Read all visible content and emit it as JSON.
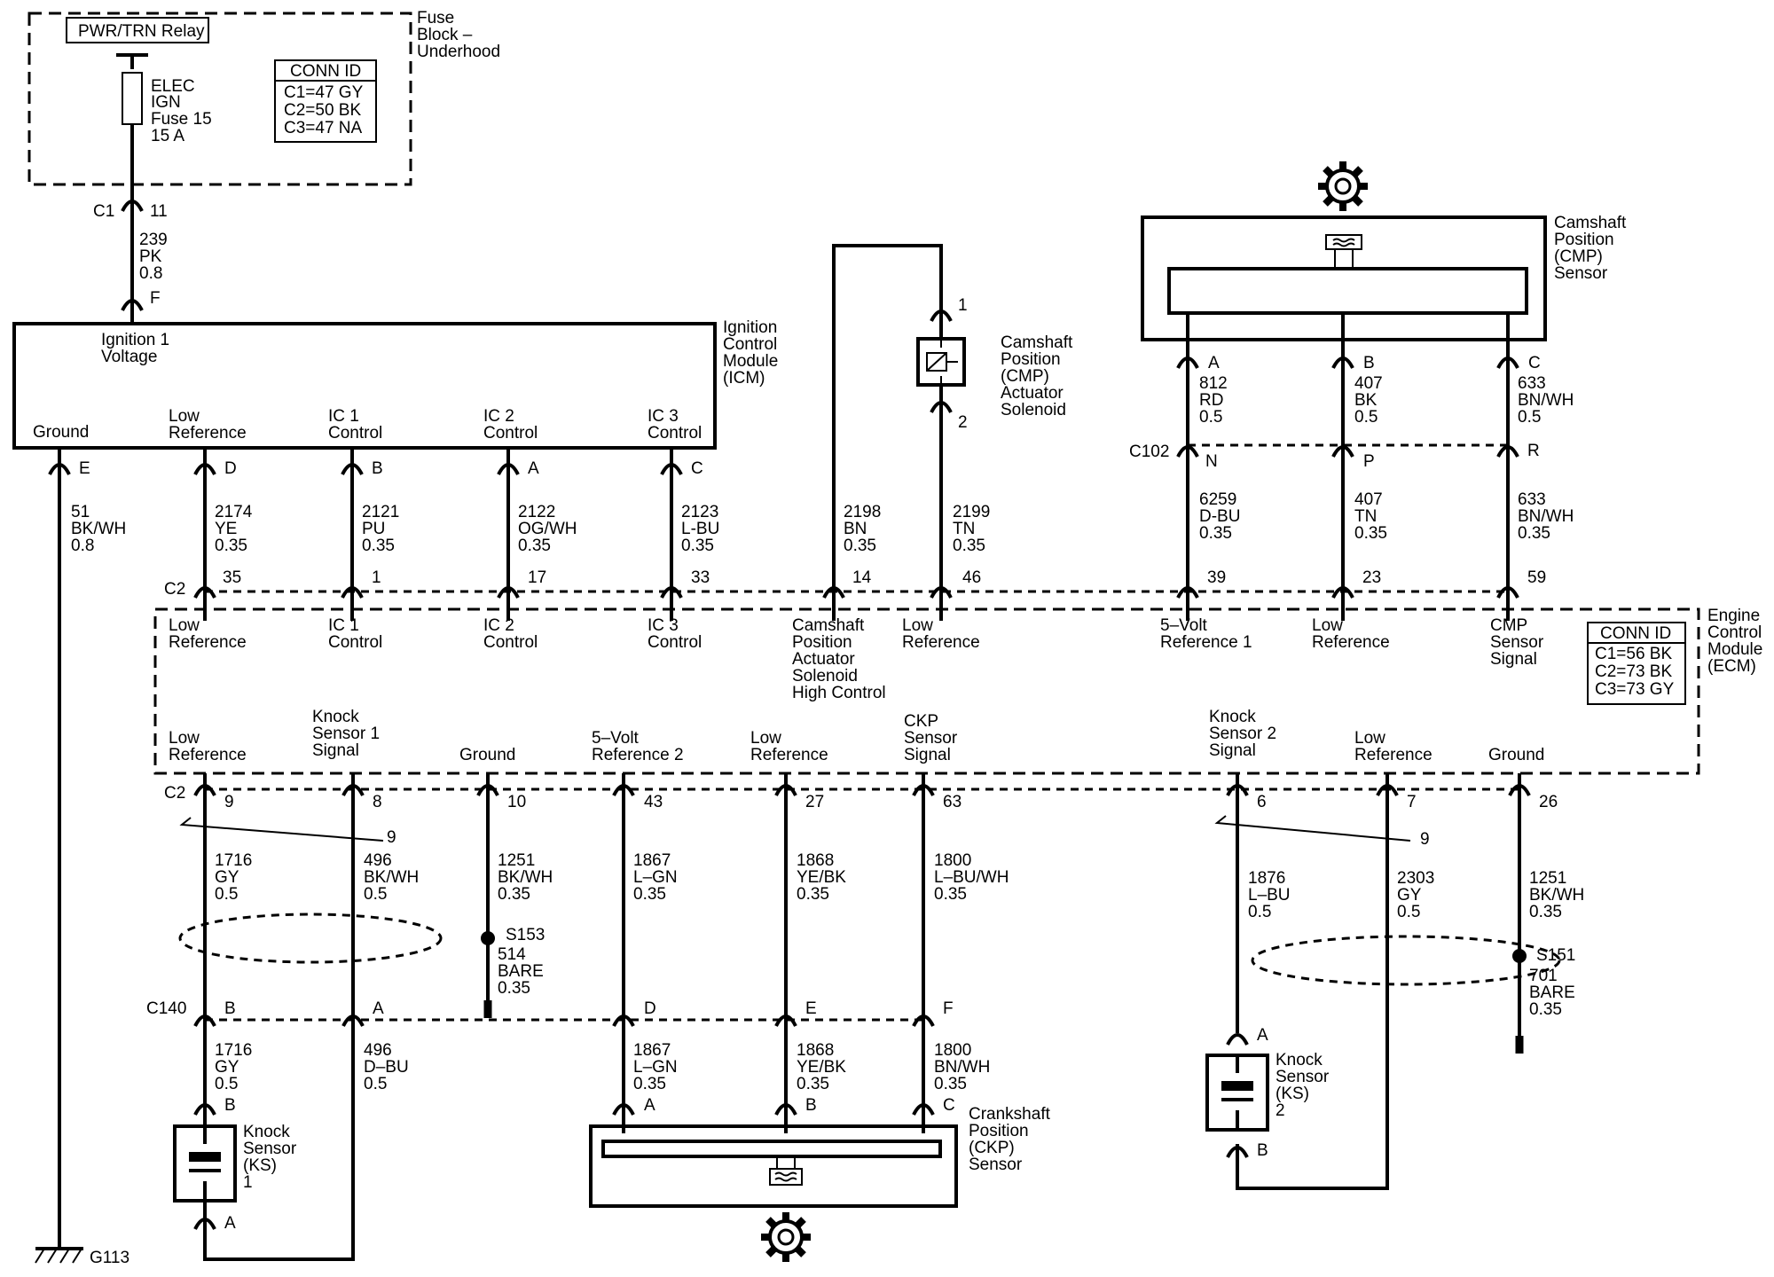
{
  "fuse_block": {
    "relay": "PWR/TRN Relay",
    "fuse": [
      "ELEC",
      "IGN",
      "Fuse 15",
      "15 A"
    ],
    "label": [
      "Fuse",
      "Block –",
      "Underhood"
    ],
    "conn_id": [
      "CONN ID",
      "C1=47 GY",
      "C2=50 BK",
      "C3=47 NA"
    ]
  },
  "feed": {
    "conn": "C1",
    "pin_top": "11",
    "wire": [
      "239",
      "PK",
      "0.8"
    ],
    "pin_bottom": "F"
  },
  "icm": {
    "label": [
      "Ignition",
      "Control",
      "Module",
      "(ICM)"
    ],
    "ign": [
      "Ignition 1",
      "Voltage"
    ],
    "pins": [
      {
        "name": [
          "Ground"
        ],
        "pin": "E",
        "wire": [
          "51",
          "BK/WH",
          "0.8"
        ]
      },
      {
        "name": [
          "Low",
          "Reference"
        ],
        "pin": "D",
        "wire": [
          "2174",
          "YE",
          "0.35"
        ],
        "c2": "35"
      },
      {
        "name": [
          "IC 1",
          "Control"
        ],
        "pin": "B",
        "wire": [
          "2121",
          "PU",
          "0.35"
        ],
        "c2": "1"
      },
      {
        "name": [
          "IC 2",
          "Control"
        ],
        "pin": "A",
        "wire": [
          "2122",
          "OG/WH",
          "0.35"
        ],
        "c2": "17"
      },
      {
        "name": [
          "IC 3",
          "Control"
        ],
        "pin": "C",
        "wire": [
          "2123",
          "L-BU",
          "0.35"
        ],
        "c2": "33"
      }
    ]
  },
  "actuator": {
    "label": [
      "Camshaft",
      "Position",
      "(CMP)",
      "Actuator",
      "Solenoid"
    ],
    "pin1": "1",
    "pin2": "2",
    "wire_a": [
      "2198",
      "BN",
      "0.35"
    ],
    "c2_a": "14",
    "wire_b": [
      "2199",
      "TN",
      "0.35"
    ],
    "c2_b": "46"
  },
  "cmp": {
    "label": [
      "Camshaft",
      "Position",
      "(CMP)",
      "Sensor"
    ],
    "c102": "C102",
    "pins": [
      {
        "top": "A",
        "wire_a": [
          "812",
          "RD",
          "0.5"
        ],
        "c102": "N",
        "wire_b": [
          "6259",
          "D-BU",
          "0.35"
        ],
        "c2": "39"
      },
      {
        "top": "B",
        "wire_a": [
          "407",
          "BK",
          "0.5"
        ],
        "c102": "P",
        "wire_b": [
          "407",
          "TN",
          "0.35"
        ],
        "c2": "23"
      },
      {
        "top": "C",
        "wire_a": [
          "633",
          "BN/WH",
          "0.5"
        ],
        "c102": "R",
        "wire_b": [
          "633",
          "BN/WH",
          "0.35"
        ],
        "c2": "59"
      }
    ]
  },
  "ecm": {
    "label": [
      "Engine",
      "Control",
      "Module",
      "(ECM)"
    ],
    "c2": "C2",
    "conn_id": [
      "CONN ID",
      "C1=56 BK",
      "C2=73 BK",
      "C3=73 GY"
    ],
    "top_pins": [
      [
        "Low",
        "Reference"
      ],
      [
        "IC 1",
        "Control"
      ],
      [
        "IC 2",
        "Control"
      ],
      [
        "IC 3",
        "Control"
      ],
      [
        "Camshaft",
        "Position",
        "Actuator",
        "Solenoid",
        "High Control"
      ],
      [
        "Low",
        "Reference"
      ],
      [
        "5–Volt",
        "Reference 1"
      ],
      [
        "Low",
        "Reference"
      ],
      [
        "CMP",
        "Sensor",
        "Signal"
      ]
    ],
    "bottom_pins": [
      {
        "name": [
          "Low",
          "Reference"
        ],
        "pin": "9",
        "wire": [
          "1716",
          "GY",
          "0.5"
        ]
      },
      {
        "name": [
          "Knock",
          "Sensor 1",
          "Signal"
        ],
        "pin": "8",
        "wire": [
          "496",
          "BK/WH",
          "0.5"
        ]
      },
      {
        "name": [
          "Ground"
        ],
        "pin": "10",
        "wire": [
          "1251",
          "BK/WH",
          "0.35"
        ]
      },
      {
        "name": [
          "5–Volt",
          "Reference 2"
        ],
        "pin": "43",
        "wire": [
          "1867",
          "L–GN",
          "0.35"
        ]
      },
      {
        "name": [
          "Low",
          "Reference"
        ],
        "pin": "27",
        "wire": [
          "1868",
          "YE/BK",
          "0.35"
        ]
      },
      {
        "name": [
          "CKP",
          "Sensor",
          "Signal"
        ],
        "pin": "63",
        "wire": [
          "1800",
          "L–BU/WH",
          "0.35"
        ]
      },
      {
        "name": [
          "Knock",
          "Sensor 2",
          "Signal"
        ],
        "pin": "6",
        "wire": [
          "1876",
          "L–BU",
          "0.5"
        ]
      },
      {
        "name": [
          "Low",
          "Reference"
        ],
        "pin": "7",
        "wire": [
          "2303",
          "GY",
          "0.5"
        ]
      },
      {
        "name": [
          "Ground"
        ],
        "pin": "26",
        "wire": [
          "1251",
          "BK/WH",
          "0.35"
        ]
      }
    ]
  },
  "twist": "9",
  "s153": {
    "label": "S153",
    "wire": [
      "514",
      "BARE",
      "0.35"
    ]
  },
  "s151": {
    "label": "S151",
    "wire": [
      "701",
      "BARE",
      "0.35"
    ]
  },
  "c140": {
    "label": "C140",
    "pins": [
      {
        "pin": "B",
        "wire": [
          "1716",
          "GY",
          "0.5"
        ]
      },
      {
        "pin": "A",
        "wire": [
          "496",
          "D–BU",
          "0.5"
        ]
      },
      {
        "pin": "D",
        "wire": [
          "1867",
          "L–GN",
          "0.35"
        ]
      },
      {
        "pin": "E",
        "wire": [
          "1868",
          "YE/BK",
          "0.35"
        ]
      },
      {
        "pin": "F",
        "wire": [
          "1800",
          "BN/WH",
          "0.35"
        ]
      }
    ]
  },
  "ks1": {
    "label": [
      "Knock",
      "Sensor",
      "(KS)",
      "1"
    ],
    "pin_top": "B",
    "pin_bottom": "A"
  },
  "ks2": {
    "label": [
      "Knock",
      "Sensor",
      "(KS)",
      "2"
    ],
    "pin_top": "A",
    "pin_bottom": "B"
  },
  "ckp": {
    "label": [
      "Crankshaft",
      "Position",
      "(CKP)",
      "Sensor"
    ],
    "pins": [
      "A",
      "B",
      "C"
    ]
  },
  "ground": {
    "label": "G113"
  }
}
